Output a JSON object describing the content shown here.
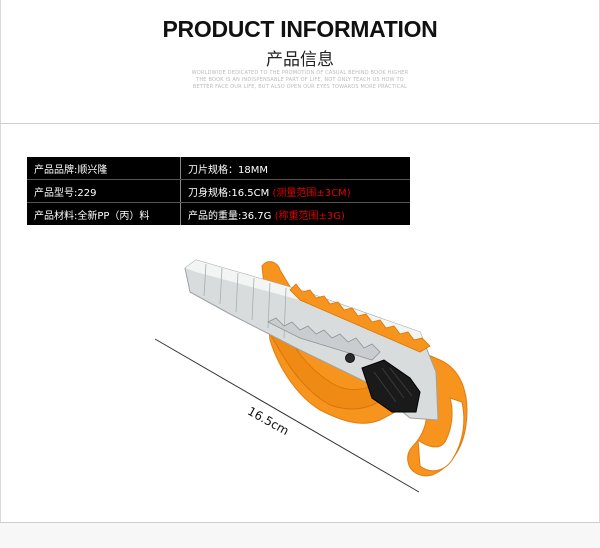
{
  "header": {
    "title": "PRODUCT INFORMATION",
    "subtitle": "产品信息",
    "fine_print": [
      "WORLDWIDE DEDICATED TO THE PROMOTION OF CASUAL BEHIND BOOK HIGHER",
      "THE BOOK IS AN INDISPENSABLE PART OF LIFE, NOT ONLY TEACH US HOW TO",
      "BETTER FACE OUR LIFE, BUT ALSO OPEN OUR EYES TOWARDS MORE PRACTICAL"
    ]
  },
  "specs": {
    "rows": [
      {
        "left": "产品品牌:顺兴隆",
        "right": "刀片规格：18MM",
        "right_note": ""
      },
      {
        "left": "产品型号:229",
        "right": "刀身规格:16.5CM",
        "right_note": "(测量范围±3CM)"
      },
      {
        "left": "产品材料:全新PP（丙）料",
        "right": "产品的重量:36.7G",
        "right_note": "(称重范围±3G)"
      }
    ]
  },
  "product": {
    "measure_label": "16.5cm",
    "colors": {
      "handle": "#f7941d",
      "handle_dark": "#e37b0c",
      "blade": "#d9dcdd",
      "slider": "#1a1a1a",
      "note_red": "#e00000"
    }
  }
}
